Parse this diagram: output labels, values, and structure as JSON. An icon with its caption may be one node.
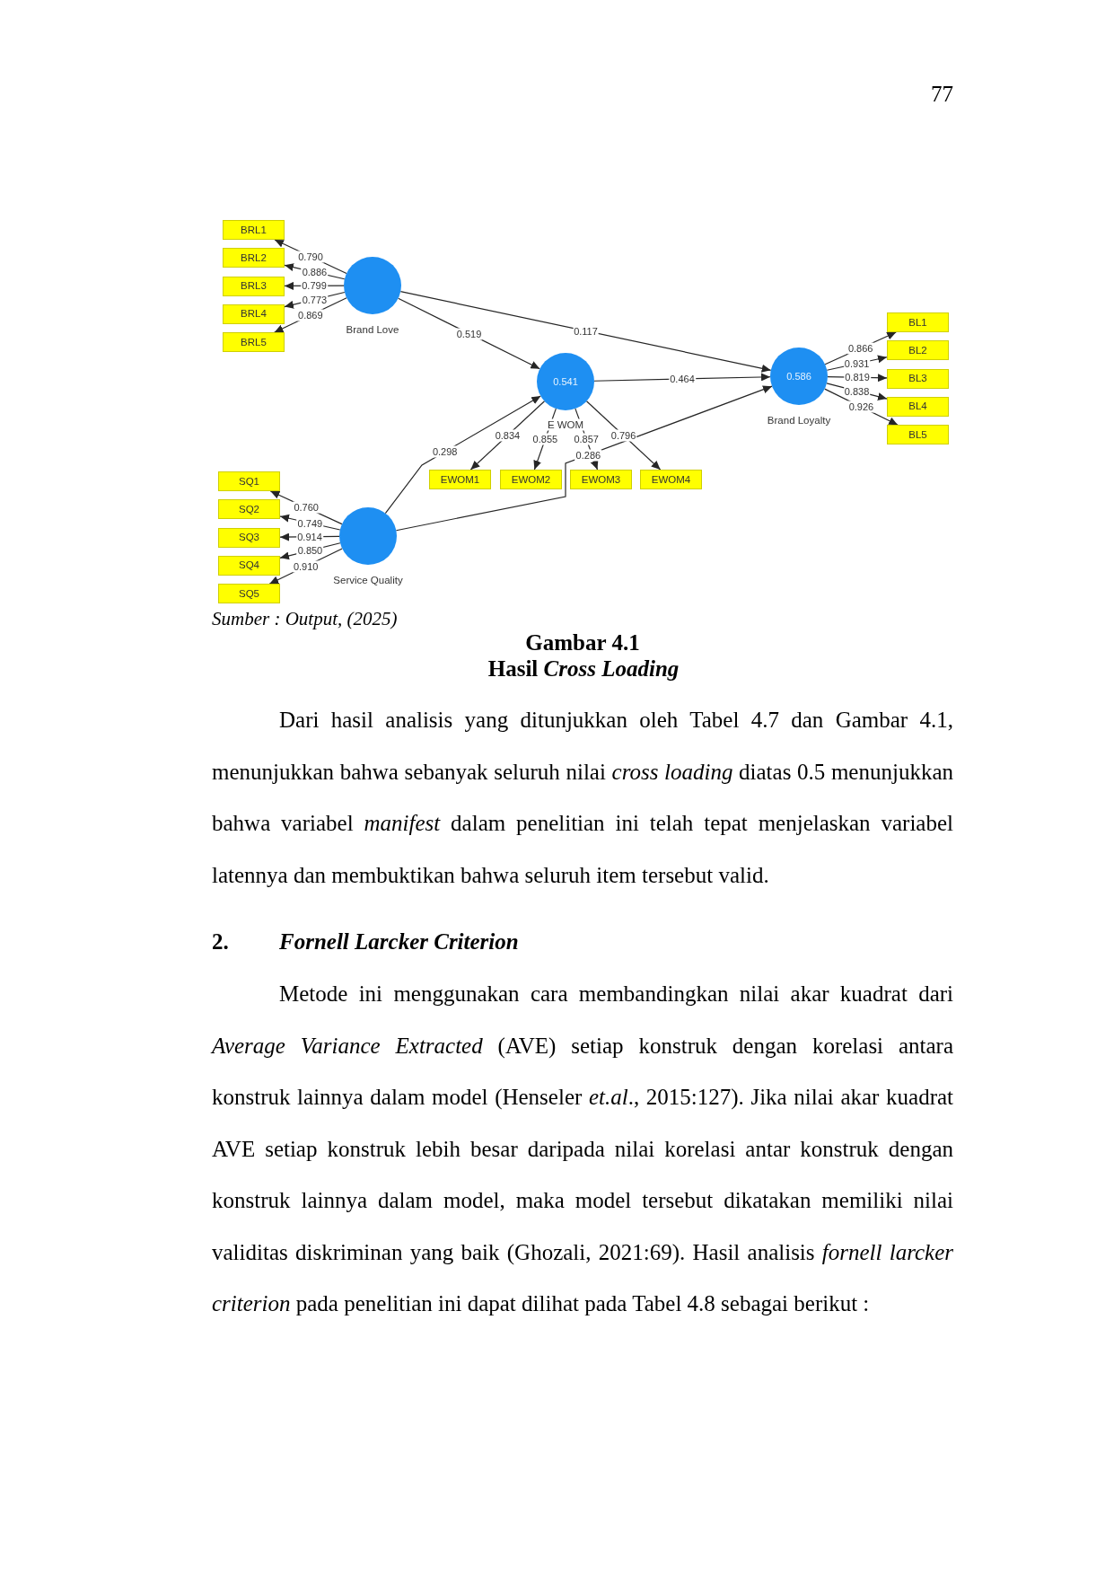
{
  "diagram": {
    "title": "Gambar 4.1",
    "caption": "Hasil *Cross Loading*",
    "nodes": [
      {
        "text": [],
        "shape": "circle",
        "beside": [
          "Brand Love"
        ]
      },
      {
        "text": [
          "BRL1"
        ]
      },
      {
        "text": [
          "BRL2"
        ]
      },
      {
        "text": [
          "BRL3"
        ]
      },
      {
        "text": [
          "BRL4"
        ]
      },
      {
        "text": [
          "BRL5"
        ]
      },
      {
        "text": [
          "0.541"
        ],
        "beside": [
          "E WOM"
        ]
      },
      {
        "text": [
          "EWOM1"
        ]
      },
      {
        "text": [
          "EWOM2"
        ]
      },
      {
        "text": [
          "EWOM3"
        ]
      },
      {
        "text": [
          "EWOM4"
        ]
      },
      {
        "text": [
          "0.586"
        ],
        "beside": [
          "Brand Loyalty"
        ]
      },
      {
        "text": [
          "BL1"
        ]
      },
      {
        "text": [
          "BL2"
        ]
      },
      {
        "text": [
          "BL3"
        ]
      },
      {
        "text": [
          "BL4"
        ]
      },
      {
        "text": [
          "BL5"
        ]
      },
      {
        "text": [],
        "shape": "circle",
        "beside": [
          "Service Quality"
        ]
      },
      {
        "text": [
          "SQ1"
        ]
      },
      {
        "text": [
          "SQ2"
        ]
      },
      {
        "text": [
          "SQ3"
        ]
      },
      {
        "text": [
          "SQ4"
        ]
      },
      {
        "text": [
          "SQ5"
        ]
      }
    ],
    "edges": [
      {
        "from": 0,
        "to": 1,
        "arrow": "to",
        "label": "0.790"
      },
      {
        "from": 0,
        "to": 2,
        "arrow": "to",
        "label": "0.886"
      },
      {
        "from": 0,
        "to": 3,
        "arrow": "to",
        "label": "0.799"
      },
      {
        "from": 0,
        "to": 4,
        "arrow": "to",
        "label": "0.773"
      },
      {
        "from": 0,
        "to": 5,
        "arrow": "to",
        "label": "0.869"
      },
      {
        "from": 0,
        "to": 6,
        "arrow": "to",
        "label": "0.519"
      },
      {
        "from": 0,
        "to": 11,
        "arrow": "to",
        "label": "0.117"
      },
      {
        "from": 6,
        "to": 7,
        "arrow": "to",
        "label": "0.834"
      },
      {
        "from": 6,
        "to": 8,
        "arrow": "to",
        "label": "0.855"
      },
      {
        "from": 6,
        "to": 9,
        "arrow": "to",
        "label": "0.857"
      },
      {
        "from": 6,
        "to": 10,
        "arrow": "to",
        "label": "0.796"
      },
      {
        "from": 6,
        "to": 11,
        "arrow": "to",
        "label": "0.464"
      },
      {
        "from": 11,
        "to": 12,
        "arrow": "to",
        "label": "0.866"
      },
      {
        "from": 11,
        "to": 13,
        "arrow": "to",
        "label": "0.931"
      },
      {
        "from": 11,
        "to": 14,
        "arrow": "to",
        "label": "0.819"
      },
      {
        "from": 11,
        "to": 15,
        "arrow": "to",
        "label": "0.838"
      },
      {
        "from": 11,
        "to": 16,
        "arrow": "to",
        "label": "0.926"
      },
      {
        "from": 17,
        "to": 18,
        "arrow": "to",
        "label": "0.760"
      },
      {
        "from": 17,
        "to": 19,
        "arrow": "to",
        "label": "0.749"
      },
      {
        "from": 17,
        "to": 20,
        "arrow": "to",
        "label": "0.914"
      },
      {
        "from": 17,
        "to": 21,
        "arrow": "to",
        "label": "0.850"
      },
      {
        "from": 17,
        "to": 22,
        "arrow": "to",
        "label": "0.910"
      },
      {
        "from": 17,
        "to": 6,
        "arrow": "to",
        "label": "0.298"
      },
      {
        "from": 17,
        "to": 11,
        "arrow": "to",
        "label": "0.286"
      }
    ],
    "labels": [
      "77",
      "Sumber : Output, (2025)",
      "Dari hasil analisis yang ditunjukkan oleh Tabel 4.7 dan Gambar 4.1, menunjukkan bahwa sebanyak seluruh nilai *cross loading* diatas 0.5 menunjukkan bahwa variabel *manifest* dalam penelitian ini telah tepat menjelaskan variabel latennya dan membuktikan bahwa seluruh item tersebut valid.",
      "2.",
      "Fornell Larcker Criterion",
      "Metode ini menggunakan cara membandingkan nilai akar kuadrat dari *Average Variance Extracted* (AVE) setiap konstruk dengan korelasi antara konstruk lainnya dalam model (Henseler *et.al*., 2015:127). Jika nilai akar kuadrat AVE setiap konstruk lebih besar daripada nilai korelasi antar konstruk dengan konstruk lainnya dalam model, maka model tersebut dikatakan memiliki nilai validitas diskriminan yang baik (Ghozali, 2021:69). Hasil analisis *fornell larcker criterion* pada penelitian ini dapat dilihat pada Tabel 4.8 sebagai berikut :"
    ]
  }
}
